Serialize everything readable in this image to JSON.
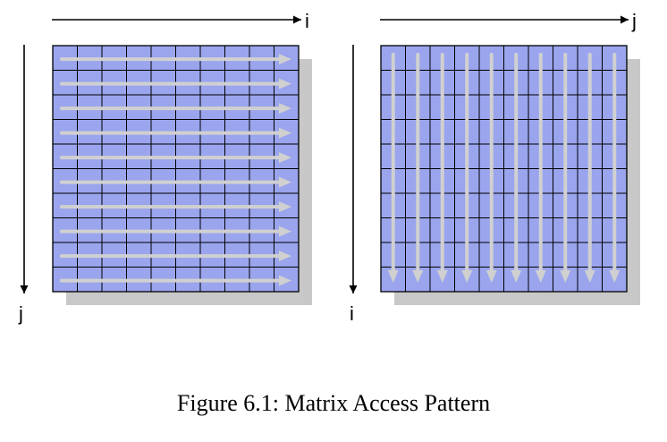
{
  "left_diagram": {
    "horizontal_axis_label": "i",
    "vertical_axis_label": "j",
    "traversal": "row-wise",
    "grid_rows": 10,
    "grid_cols": 10
  },
  "right_diagram": {
    "horizontal_axis_label": "j",
    "vertical_axis_label": "i",
    "traversal": "column-wise",
    "grid_rows": 10,
    "grid_cols": 10
  },
  "caption": "Figure 6.1: Matrix Access Pattern",
  "colors": {
    "cell_fill": "#9aa5ee",
    "grid_line": "#000000",
    "shadow": "#c8c8c8",
    "access_arrow": "#d0d0d0",
    "axis": "#000000"
  }
}
